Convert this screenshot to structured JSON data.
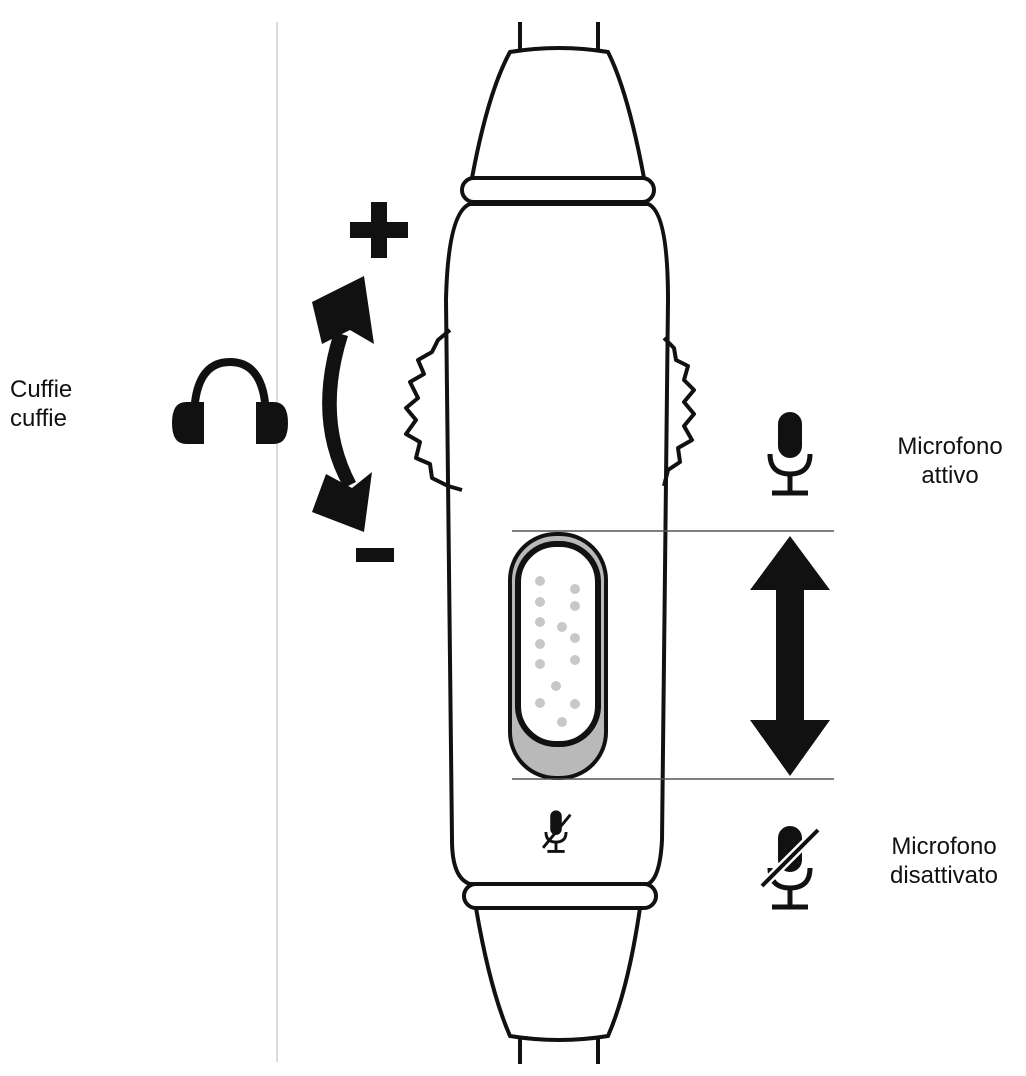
{
  "labels": {
    "headphones": {
      "line1": "Cuffie",
      "line2": "cuffie"
    },
    "mic_on": {
      "line1": "Microfono",
      "line2": "attivo"
    },
    "mic_off": {
      "line1": "Microfono",
      "line2": "disattivato"
    }
  },
  "icons": {
    "headphones": "headphones-icon",
    "mic_on": "microphone-icon",
    "mic_off": "microphone-muted-icon",
    "volume_up": "plus-icon",
    "volume_down": "minus-icon",
    "volume_arrow": "curved-double-arrow-icon",
    "slide_arrow": "vertical-double-arrow-icon"
  },
  "colors": {
    "stroke": "#111111",
    "switch_fill": "#b9b9b9",
    "dots": "#c8c8c8"
  }
}
